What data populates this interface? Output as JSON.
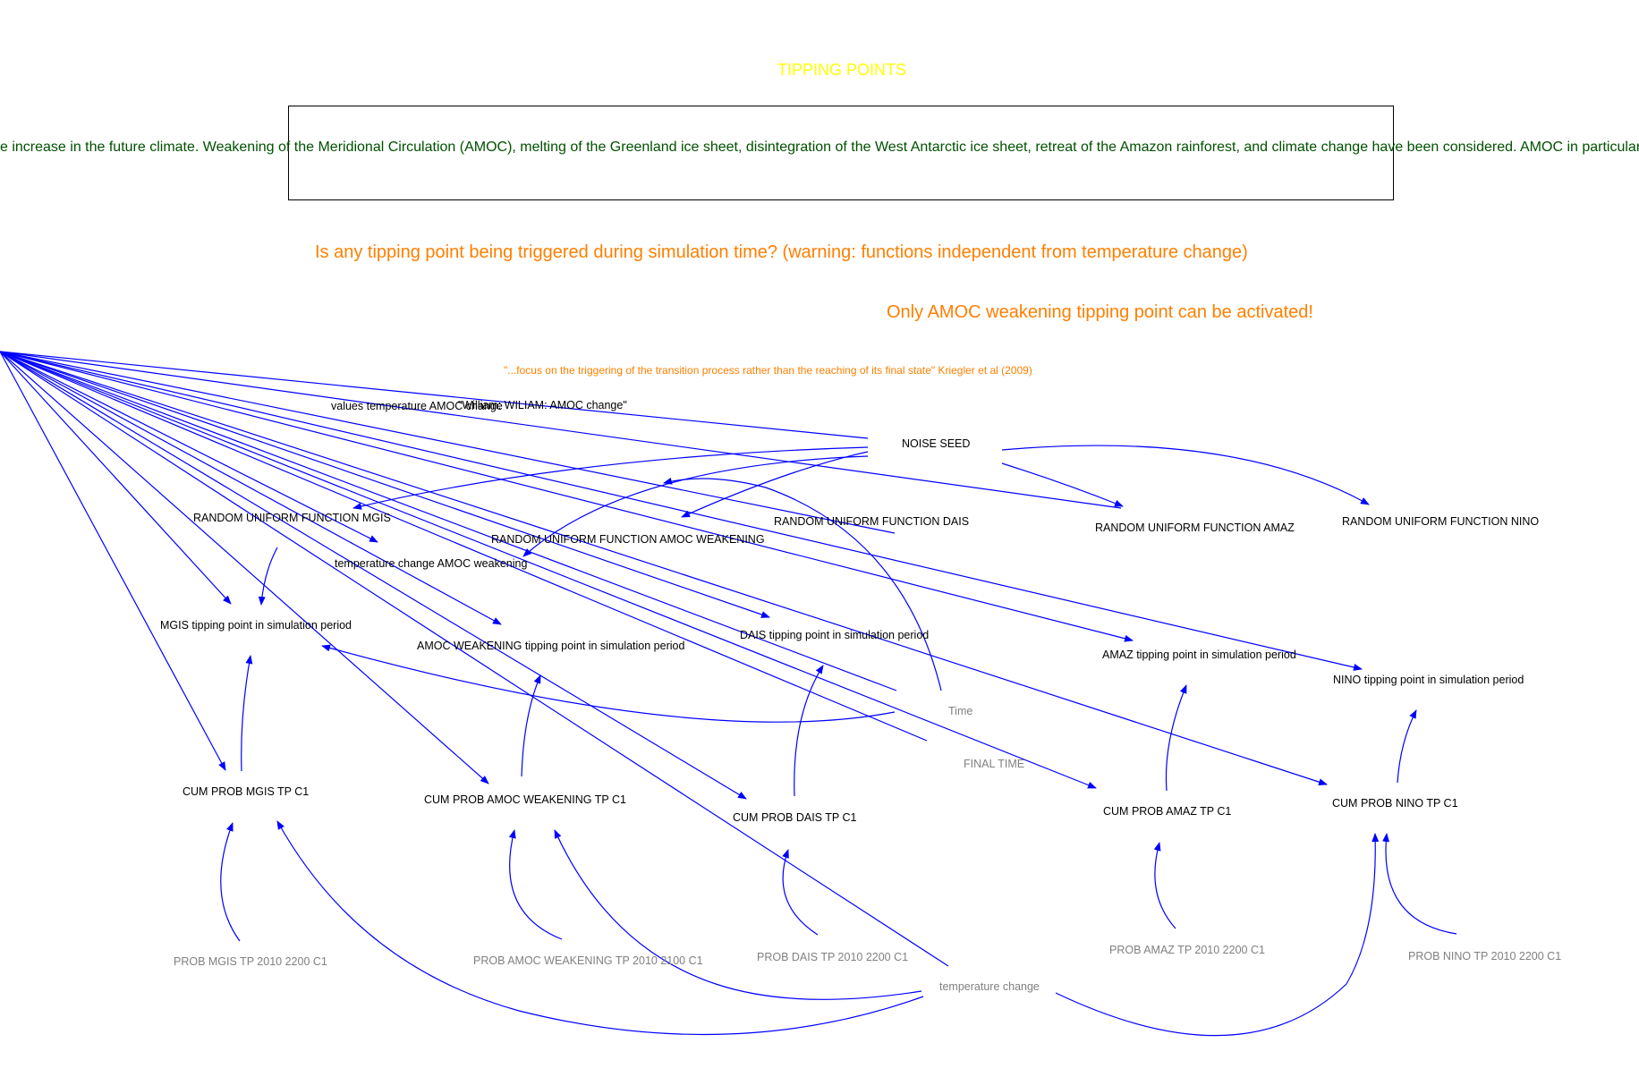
{
  "title": "TIPPING POINTS",
  "description": "e increase in the future climate. Weakening of the Meridional Circulation (AMOC), melting of the Greenland ice sheet, disintegration of the West Antarctic ice sheet, retreat of the Amazon rainforest, and climate change have been considered. AMOC in particular has an",
  "question": "Is any tipping point being triggered during simulation time? (warning: functions independent from temperature change)",
  "note_amoc": "Only AMOC weakening tipping point can be activated!",
  "quote": "\"...focus on the triggering of the transition process rather than the reaching of its final state\" Kriegler et al (2009)",
  "variables": {
    "values_temp_amoc": "values temperature AMOC change",
    "william_amoc": "\"William: WILIAM: AMOC change\"",
    "noise_seed": "NOISE SEED",
    "ruf_mgis": "RANDOM UNIFORM FUNCTION MGIS",
    "ruf_dais": "RANDOM UNIFORM FUNCTION DAIS",
    "ruf_amaz": "RANDOM UNIFORM FUNCTION AMAZ",
    "ruf_nino": "RANDOM UNIFORM FUNCTION NINO",
    "ruf_amoc": "RANDOM UNIFORM FUNCTION AMOC WEAKENING",
    "temp_change_amoc": "temperature change AMOC weakening",
    "mgis_tp": "MGIS tipping point in simulation period",
    "amoc_tp": "AMOC WEAKENING tipping point in simulation period",
    "dais_tp": "DAIS tipping point in simulation period",
    "amaz_tp": "AMAZ tipping point in simulation period",
    "nino_tp": "NINO tipping point in simulation period",
    "time": "Time",
    "final_time": "FINAL TIME",
    "cum_mgis": "CUM PROB MGIS TP C1",
    "cum_amoc": "CUM PROB AMOC WEAKENING TP C1",
    "cum_dais": "CUM PROB DAIS TP C1",
    "cum_amaz": "CUM PROB AMAZ TP C1",
    "cum_nino": "CUM PROB NINO TP C1",
    "prob_mgis": "PROB MGIS TP 2010 2200 C1",
    "prob_amoc": "PROB AMOC WEAKENING TP 2010 2100 C1",
    "prob_dais": "PROB DAIS TP 2010 2200 C1",
    "prob_amaz": "PROB AMAZ TP 2010 2200 C1",
    "prob_nino": "PROB NINO TP 2010 2200 C1",
    "temperature_change": "temperature change"
  },
  "colors": {
    "link": "#0000ff",
    "title": "#ffff00",
    "description": "#005000",
    "question": "#ff7f00",
    "variable": "#000000",
    "shadow_variable": "#808080"
  }
}
